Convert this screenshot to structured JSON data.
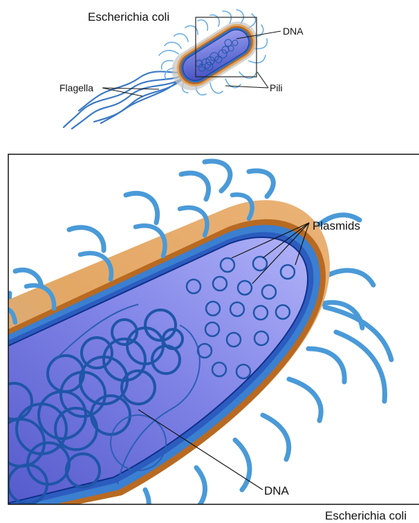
{
  "overview": {
    "title": "Escherichia coli",
    "labels": {
      "dna": "DNA",
      "flagella": "Flagella",
      "pili": "Pili"
    }
  },
  "zoom": {
    "labels": {
      "plasmids": "Plasmids",
      "dna": "DNA"
    },
    "caption": "Escherichia coli"
  },
  "colors": {
    "cytoplasm_light": "#a7a9f5",
    "cytoplasm_dark": "#5a62cf",
    "membrane_blue": "#2e6dc6",
    "cell_wall_orange": "#b86a22",
    "capsule_tan": "#e2a766",
    "pili_blue": "#4a9ad8",
    "dna_blue": "#1f55a8",
    "flagella_blue": "#3b79c4"
  }
}
